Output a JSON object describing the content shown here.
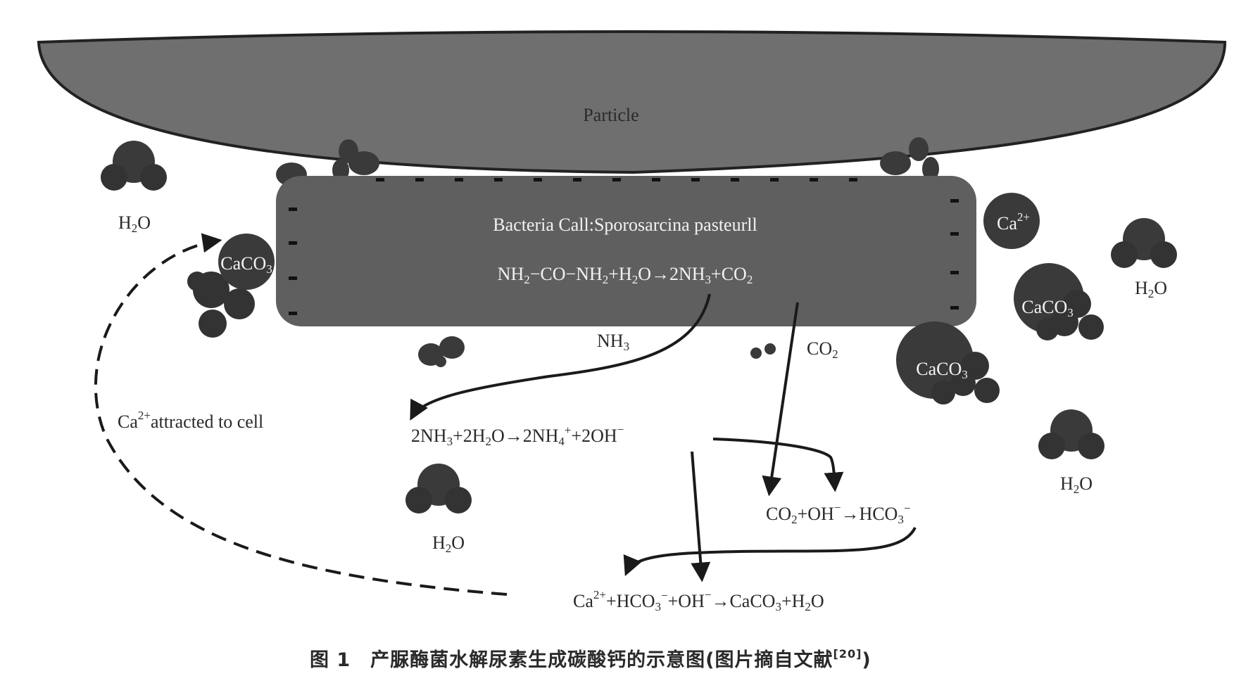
{
  "particle": {
    "label": "Particle"
  },
  "cell": {
    "title": "Bacteria Call:Sporosarcina pasteurll",
    "eq_urea": {
      "a": "NH",
      "a_sub": "2",
      "b": "−CO−NH",
      "b_sub": "2",
      "c": "+H",
      "c_sub": "2",
      "d": "O→2NH",
      "d_sub": "3",
      "e": "+CO",
      "e_sub": "2"
    }
  },
  "labels": {
    "water": {
      "main": "H",
      "sub": "2",
      "tail": "O"
    },
    "nh3": {
      "main": "NH",
      "sub": "3"
    },
    "co2": {
      "main": "CO",
      "sub": "2"
    },
    "caco3": {
      "main": "CaCO",
      "sub": "3"
    },
    "ca2": {
      "main": "Ca",
      "sup": "2+"
    },
    "ca_attracted": {
      "main": "Ca",
      "sup": "2+",
      "tail": "attracted to cell"
    }
  },
  "equations": {
    "eq_nh3": {
      "p1": "2NH",
      "s1": "3",
      "p2": "+2H",
      "s2": "2",
      "p3": "O→2NH",
      "s3": "4",
      "sup3": "+",
      "p4": "+2OH",
      "sup4": "−"
    },
    "eq_co2": {
      "p1": "CO",
      "s1": "2",
      "p2": "+OH",
      "sup2": "−",
      "p3": "→HCO",
      "s3": "3",
      "sup3": "−"
    },
    "eq_caco3": {
      "p1": "Ca",
      "sup1": "2+",
      "p2": "+HCO",
      "s2": "3",
      "sup2": "−",
      "p3": "+OH",
      "sup3": "−",
      "p4": "→CaCO",
      "s4": "3",
      "p5": "+H",
      "s5": "2",
      "p6": "O"
    }
  },
  "caption": {
    "main": "图 1　产脲酶菌水解尿素生成碳酸钙的示意图(图片摘自文献",
    "ref": "[20]",
    "tail": ")"
  },
  "colors": {
    "particle": "#6f6f6f",
    "cell": "#5f5f5f",
    "molecule": "#3a3a3a",
    "arrow": "#1a1a1a"
  }
}
